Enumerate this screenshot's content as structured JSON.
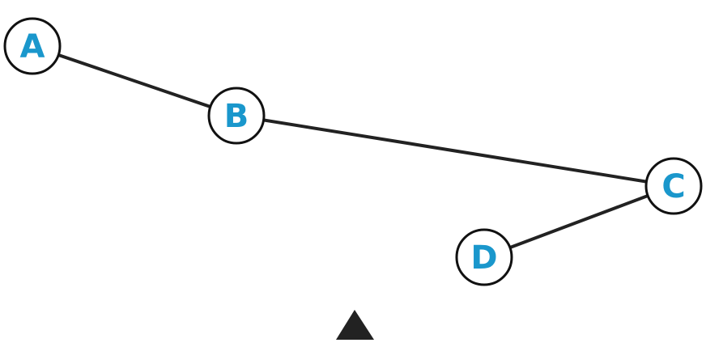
{
  "colors": {
    "edge": "#222222",
    "node_stroke": "#111111",
    "node_fill": "#ffffff",
    "label": "#1a97cc",
    "marker": "#222222"
  },
  "nodes": [
    {
      "id": "A",
      "label": "A"
    },
    {
      "id": "B",
      "label": "B"
    },
    {
      "id": "C",
      "label": "C"
    },
    {
      "id": "D",
      "label": "D"
    }
  ],
  "edges": [
    {
      "from": "A",
      "to": "B"
    },
    {
      "from": "B",
      "to": "C"
    },
    {
      "from": "C",
      "to": "D"
    }
  ],
  "marker": {
    "shape": "triangle-up"
  }
}
